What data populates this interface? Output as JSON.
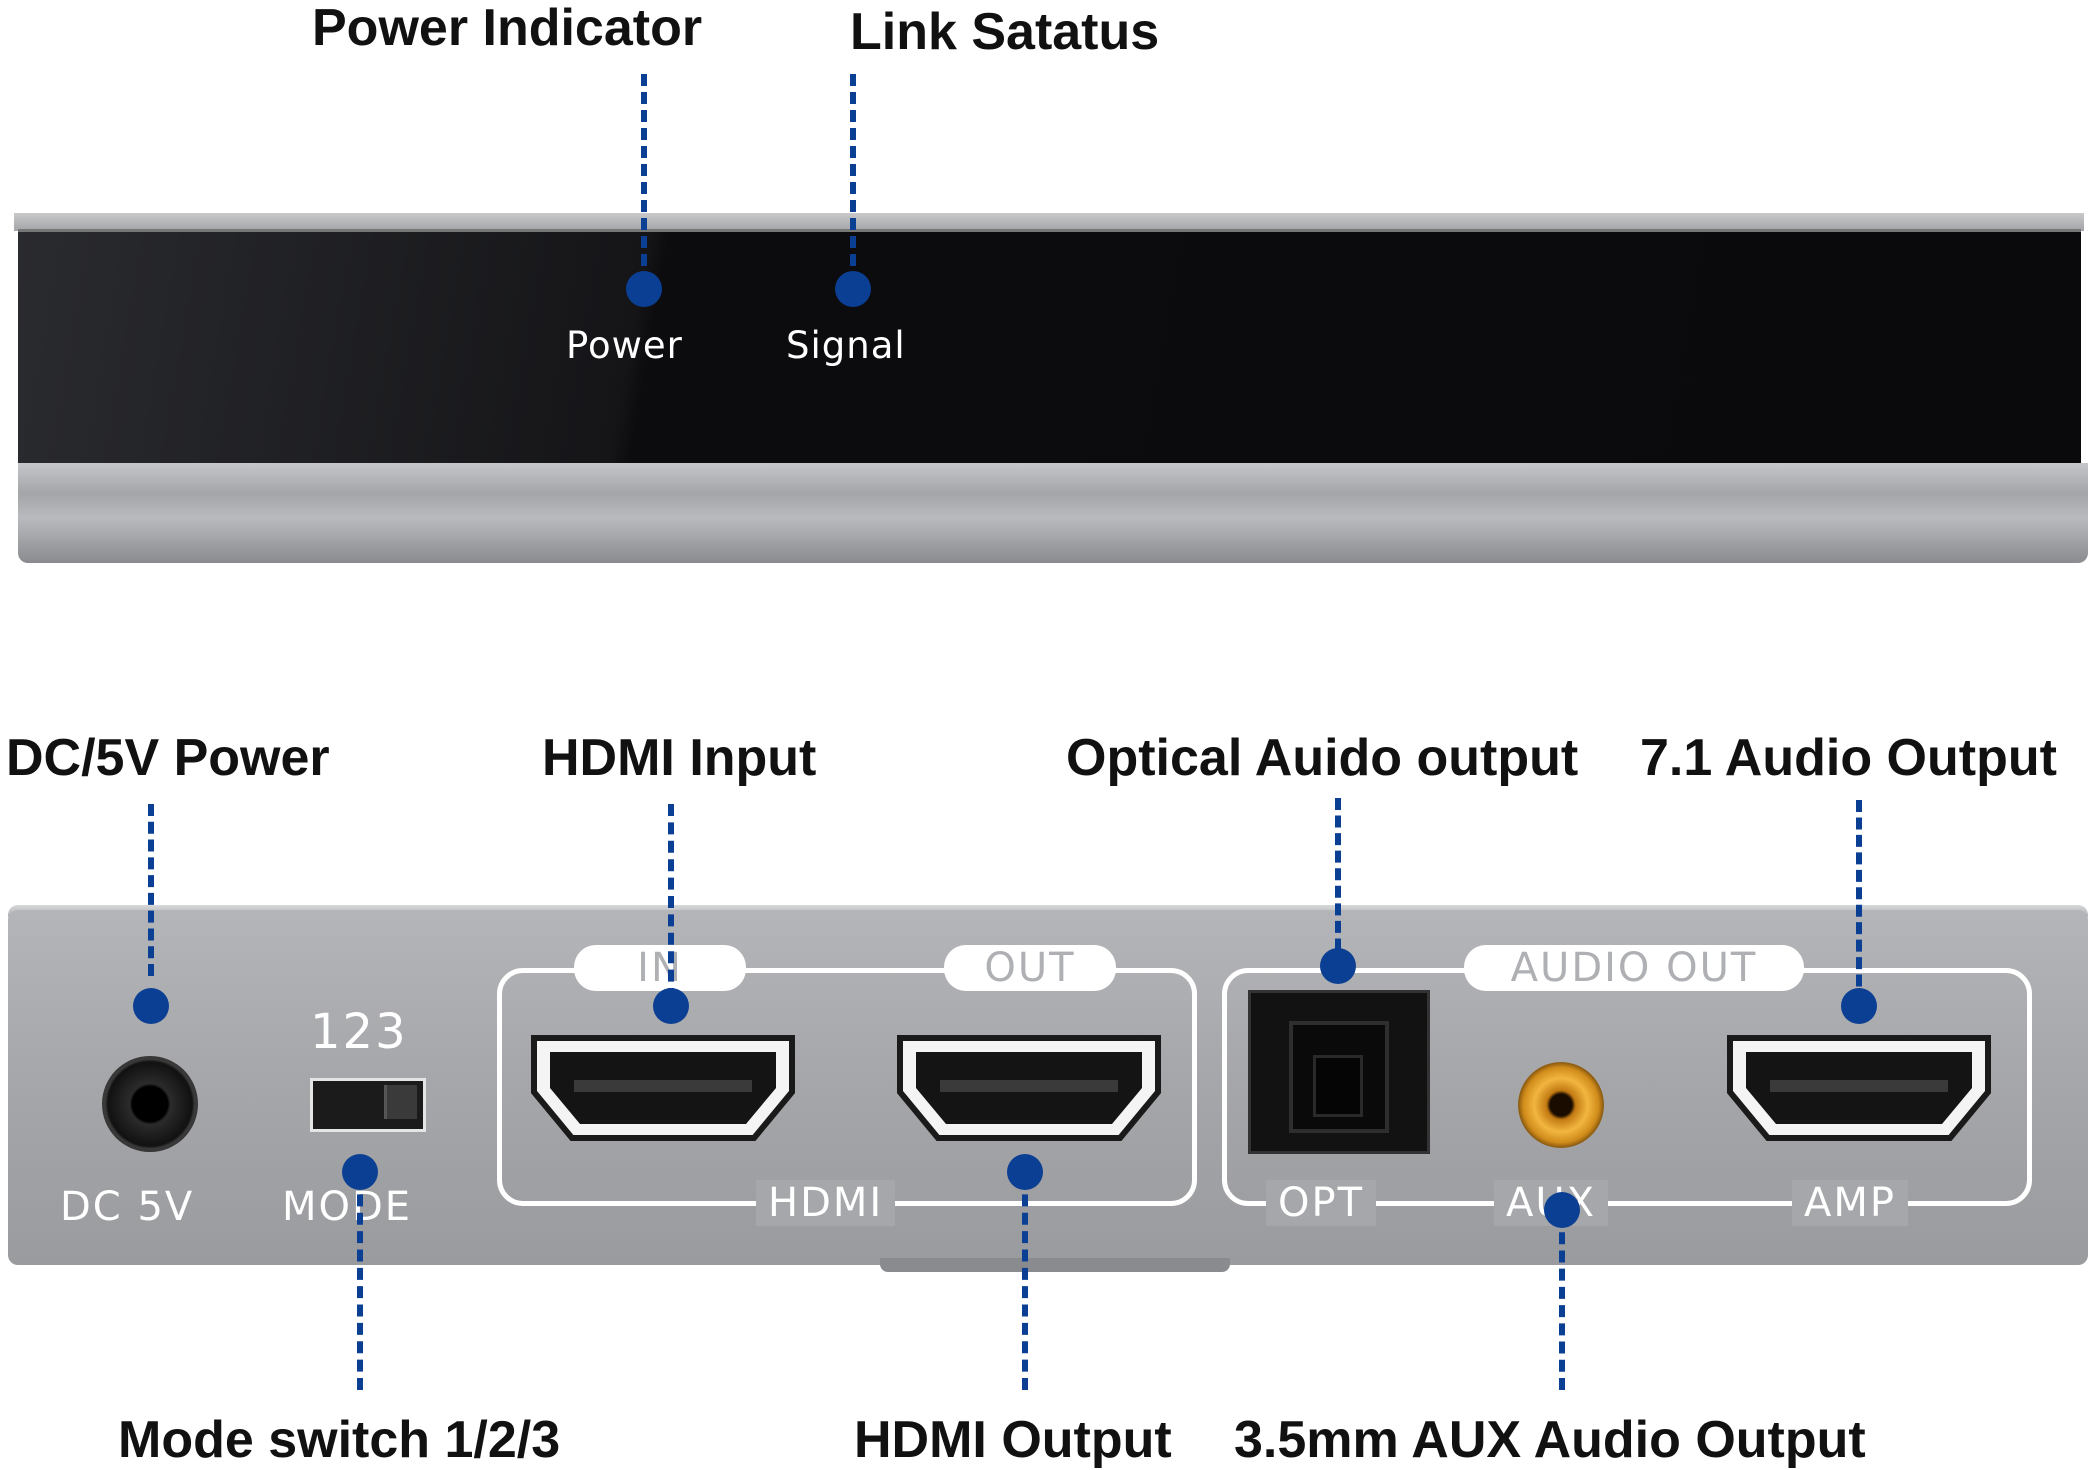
{
  "callouts": {
    "power_indicator": "Power Indicator",
    "link_status": "Link Satatus",
    "dc_power": "DC/5V Power",
    "hdmi_input": "HDMI Input",
    "optical_output": "Optical Auido output",
    "audio_71_output": "7.1 Audio Output",
    "mode_switch": "Mode switch 1/2/3",
    "hdmi_output": "HDMI Output",
    "aux_output": "3.5mm AUX Audio Output"
  },
  "front_panel": {
    "power_label": "Power",
    "signal_label": "Signal"
  },
  "rear_panel": {
    "dc_label": "DC 5V",
    "mode_numbers": "123",
    "mode_label": "MODE",
    "hdmi_in_tag": "IN",
    "hdmi_out_tag": "OUT",
    "hdmi_group_label": "HDMI",
    "audio_out_tag": "AUDIO OUT",
    "opt_label": "OPT",
    "aux_label": "AUX",
    "amp_label": "AMP"
  },
  "colors": {
    "callout_blue": "#0b3f93",
    "panel_silver": "#a6a7aa",
    "front_black": "#0c0c0e",
    "aux_gold": "#f2b640"
  }
}
